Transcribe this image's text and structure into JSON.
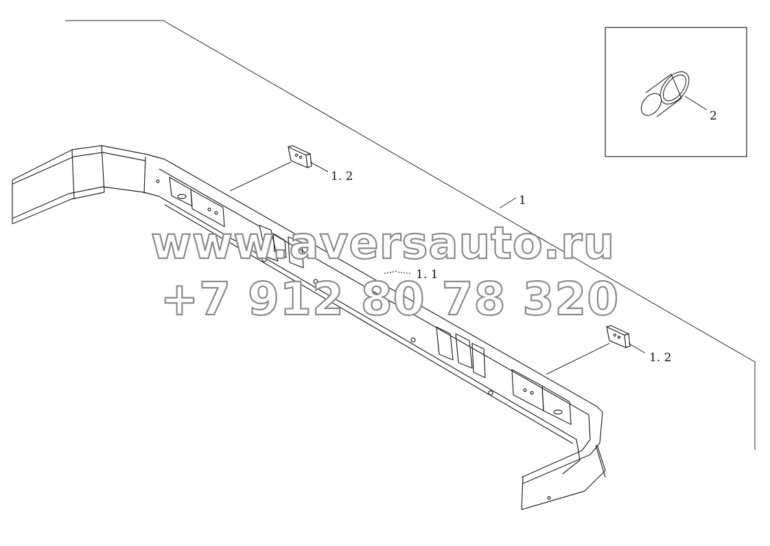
{
  "diagram": {
    "callouts": {
      "assembly": "1",
      "beam": "1. 1",
      "pad_left": "1. 2",
      "pad_right": "1. 2",
      "detail_part": "2"
    }
  },
  "watermark": {
    "line1": "www.aversauto.ru",
    "line2": "+7 912 80 78 320"
  }
}
